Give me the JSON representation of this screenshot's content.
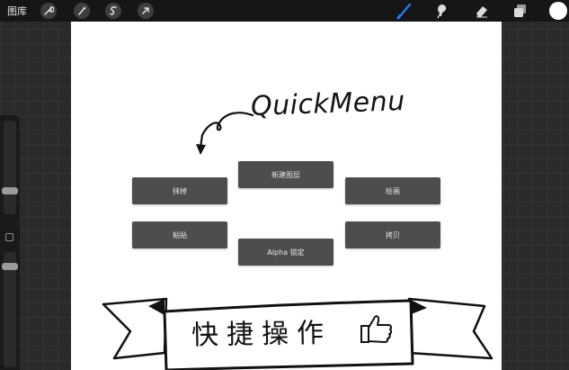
{
  "toolbar": {
    "gallery_label": "图库",
    "left_tools": [
      "wrench-icon",
      "magic-wand-icon",
      "selection-icon",
      "transform-arrow-icon"
    ],
    "right_tools": [
      "brush-icon",
      "smudge-icon",
      "eraser-icon",
      "layers-icon"
    ],
    "active_color": "#ffffff",
    "active_tool_color": "#2f7cf6"
  },
  "canvas": {
    "heading": "QuickMenu",
    "quickmenu": {
      "new_layer": "新建图层",
      "erase": "抹掉",
      "draw": "绘画",
      "paste": "粘贴",
      "copy": "拷贝",
      "alpha_lock": "Alpha 锁定"
    },
    "banner_text": "快捷操作",
    "banner_icon": "thumbs-up-icon"
  },
  "sidebar": {
    "brush_size_level": 0.15,
    "opacity_level": 0.05
  }
}
